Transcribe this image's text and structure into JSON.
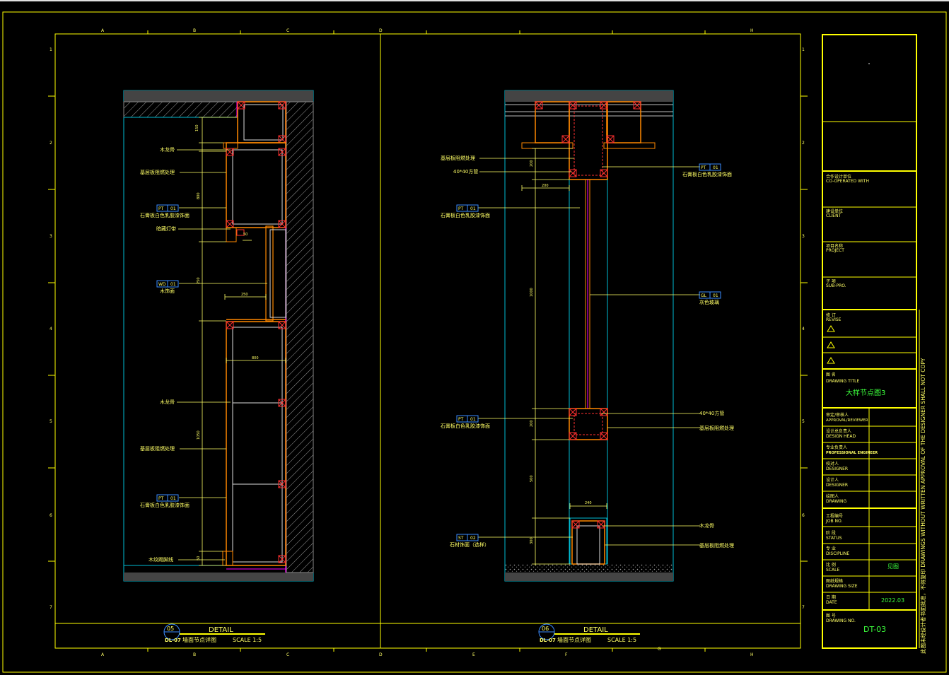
{
  "grid": {
    "top": [
      "A",
      "B",
      "C",
      "D",
      "H"
    ],
    "bottom": [
      "A",
      "B",
      "C",
      "D",
      "E",
      "F",
      "G",
      "H"
    ],
    "rows": [
      "1",
      "2",
      "3",
      "4",
      "5",
      "6",
      "7"
    ]
  },
  "left_detail": {
    "labels": {
      "l1": "木龙骨",
      "l2": "基层板阻燃处理",
      "l3": "石膏板白色乳胶漆饰面",
      "l4": "暗藏灯带",
      "l5": "木饰面",
      "l6": "木龙骨",
      "l7": "基层板阻燃处理",
      "l8": "石膏板白色乳胶漆饰面",
      "l9": "木纹踢脚线"
    },
    "tags": {
      "t1": "PT",
      "t1n": "01",
      "t2": "WD",
      "t2n": "01",
      "t3": "PT",
      "t3n": "01"
    },
    "dims": {
      "d1": "150",
      "d2": "800",
      "d3": "50",
      "d4": "250",
      "d5": "250",
      "d6": "800",
      "d7": "1050",
      "d8": "50"
    },
    "title": {
      "num": "05",
      "ref": "DL-07",
      "word": "DETAIL",
      "name": "墙面节点详图",
      "scale": "SCALE 1:5"
    }
  },
  "right_detail": {
    "labels": {
      "r1": "基层板阻燃处理",
      "r2": "40*40方管",
      "r3": "石膏板白色乳胶漆饰面",
      "r4": "石膏板白色乳胶漆饰面",
      "r5": "灰色玻璃",
      "r6": "石膏板白色乳胶漆饰面",
      "r7": "40*40方管",
      "r8": "基层板阻燃处理",
      "r9": "石材饰面（选样）",
      "r10": "木龙骨",
      "r11": "基层板阻燃处理"
    },
    "tags": {
      "t1": "PT",
      "t1n": "01",
      "t2": "PT",
      "t2n": "01",
      "t3": "GL",
      "t3n": "01",
      "t4": "PT",
      "t4n": "01",
      "t5": "ST",
      "t5n": "02"
    },
    "dims": {
      "d1": "200",
      "d2": "200",
      "d3": "1000",
      "d4": "200",
      "d5": "500",
      "d6": "240",
      "d7": "300"
    },
    "title": {
      "num": "06",
      "ref": "DL-07",
      "word": "DETAIL",
      "name": "墙面节点详图",
      "scale": "SCALE 1:5"
    }
  },
  "title_block": {
    "cooperated_cn": "合作设计单位",
    "cooperated_en": "CO-OPERATED WITH",
    "client_cn": "建设单位",
    "client_en": "CLIENT",
    "project_cn": "项目名称",
    "project_en": "PROJECT",
    "subpro_cn": "子  项",
    "subpro_en": "SUB-PRO.",
    "revise_cn": "修  订",
    "revise_en": "REVISE",
    "title_cn": "图  名",
    "title_en": "DRAWING TITLE",
    "drawing_title": "大样节点图3",
    "approval_cn": "审定/审核人",
    "approval_en": "APPROVAL/REVIEWER",
    "head_cn": "设计总负责人",
    "head_en": "DESIGN HEAD",
    "prof_cn": "专业负责人",
    "prof_en": "PROFESSIONAL ENGINEER",
    "checker_cn": "校对人",
    "checker_en": "DESIGNER",
    "designer_cn": "设计人",
    "designer_en": "DESIGNER",
    "drawing_cn": "绘图人",
    "drawing_en": "DRAWING",
    "job_cn": "工程编号",
    "job_en": "JOB NO.",
    "status_cn": "阶  段",
    "status_en": "STATUS",
    "disc_cn": "专  业",
    "disc_en": "DISCIPLINE",
    "scale_cn": "比  例",
    "scale_en": "SCALE",
    "scale_val": "见图",
    "size_cn": "图纸规格",
    "size_en": "DRAWING SIZE",
    "date_cn": "日  期",
    "date_en": "DATE",
    "date_val": "2022.03",
    "no_cn": "图  号",
    "no_en": "DRAWING NO.",
    "no_val": "DT-03"
  },
  "side_note": "此图未经设计者书面批准，不得复印  DRAWINGS WITHOUT WRITTEN APPROVAL OF THE DESIGNER SHALL NOT COPY",
  "colors": {
    "frame": "#ffff00",
    "wall": "#00bcd4",
    "member": "#ff8800",
    "magenta": "#ff00ff",
    "red": "#ff3030",
    "green": "#3cff3c"
  }
}
